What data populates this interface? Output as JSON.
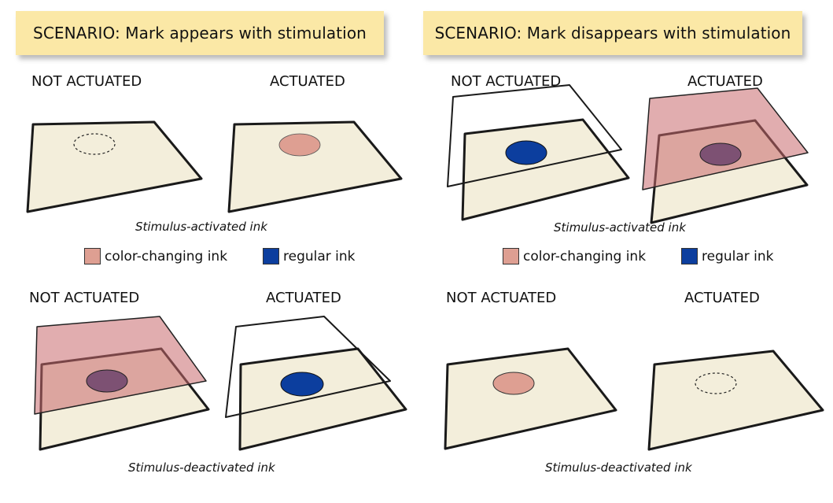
{
  "banners": {
    "left": "SCENARIO: Mark appears with stimulation",
    "right": "SCENARIO: Mark disappears with stimulation"
  },
  "labels": {
    "not_actuated": "NOT ACTUATED",
    "actuated": "ACTUATED"
  },
  "captions": {
    "activated": "Stimulus-activated ink",
    "deactivated": "Stimulus-deactivated ink"
  },
  "legend": {
    "color_changing": "color-changing ink",
    "regular": "regular ink"
  },
  "colors": {
    "paper": "#f3eedb",
    "color_changing_ink": "#de9f92",
    "regular_ink": "#0c3e9e",
    "overlay_film": "#c96a6e",
    "banner": "#fbe8a6"
  }
}
